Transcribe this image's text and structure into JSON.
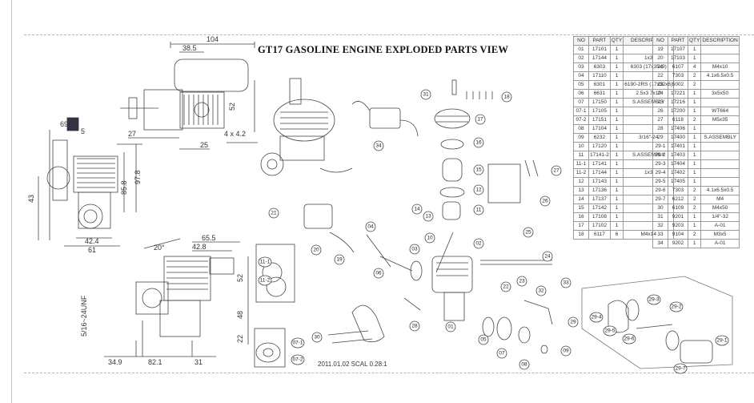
{
  "title": "GT17 GASOLINE ENGINE EXPLODED PARTS VIEW",
  "scale_note": "2011.01.02   SCAL 0.28:1",
  "dimensions": {
    "top_width": "104",
    "top_inner": "38.5",
    "top_height": "52",
    "top_left": "27",
    "top_mid": "25",
    "top_screw": "4 x 4.2",
    "left_69": "69",
    "left_5": "5",
    "left_43": "43",
    "left_858": "85.8",
    "left_978": "97.8",
    "left_424": "42.4",
    "left_61": "61",
    "bot_angle": "20°",
    "bot_655": "65.5",
    "bot_428": "42.8",
    "bot_52": "52",
    "bot_48": "48",
    "bot_22": "22",
    "bot_thread": "5/16~24UNF",
    "bot_349": "34.9",
    "bot_821": "82.1",
    "bot_31": "31"
  },
  "callouts": [
    "31",
    "18",
    "17",
    "16",
    "15",
    "34",
    "27",
    "12",
    "14",
    "13",
    "11",
    "26",
    "21",
    "04",
    "10",
    "02",
    "25",
    "20",
    "19",
    "03",
    "24",
    "06",
    "05",
    "22",
    "23",
    "33",
    "32",
    "01",
    "28",
    "30",
    "09",
    "07",
    "08",
    "29",
    "07-1",
    "07-2",
    "11-1",
    "11-2",
    "29-1",
    "29-2",
    "29-3",
    "29-4",
    "29-5",
    "29-6",
    "29-7"
  ],
  "table_headers": [
    "NO",
    "PART",
    "QTY",
    "DESCRIPTION"
  ],
  "table_left": [
    [
      "01",
      "17101",
      "1",
      ""
    ],
    [
      "02",
      "17144",
      "1",
      "1x3"
    ],
    [
      "03",
      "6303",
      "1",
      "6303 (17x35x9)"
    ],
    [
      "04",
      "17110",
      "1",
      ""
    ],
    [
      "05",
      "6301",
      "1",
      "6190-2RS (17x32x6)"
    ],
    [
      "06",
      "6631",
      "1",
      "2.5x3 7x10"
    ],
    [
      "07",
      "17150",
      "1",
      "S.ASSEMBLY"
    ],
    [
      "07-1",
      "17105",
      "1",
      ""
    ],
    [
      "07-2",
      "17151",
      "1",
      ""
    ],
    [
      "08",
      "17104",
      "1",
      ""
    ],
    [
      "09",
      "6232",
      "1",
      "3/16\"-24"
    ],
    [
      "10",
      "17120",
      "1",
      ""
    ],
    [
      "11",
      "17141-2",
      "1",
      "S.ASSEMBLY"
    ],
    [
      "11-1",
      "17141",
      "1",
      ""
    ],
    [
      "11-2",
      "17144",
      "1",
      "1x3"
    ],
    [
      "12",
      "17143",
      "1",
      ""
    ],
    [
      "13",
      "17136",
      "1",
      ""
    ],
    [
      "14",
      "17137",
      "1",
      ""
    ],
    [
      "15",
      "17142",
      "1",
      ""
    ],
    [
      "16",
      "17108",
      "1",
      ""
    ],
    [
      "17",
      "17102",
      "1",
      ""
    ],
    [
      "18",
      "6117",
      "6",
      "M4x14"
    ]
  ],
  "table_right": [
    [
      "19",
      "17107",
      "1",
      ""
    ],
    [
      "20",
      "17103",
      "1",
      ""
    ],
    [
      "21",
      "6107",
      "4",
      "M4x10"
    ],
    [
      "22",
      "7303",
      "2",
      "4.1x6.5x0.5"
    ],
    [
      "23",
      "5002",
      "2",
      ""
    ],
    [
      "24",
      "17221",
      "1",
      "3x5x50"
    ],
    [
      "25",
      "17216",
      "1",
      ""
    ],
    [
      "26",
      "17200",
      "1",
      "WT664"
    ],
    [
      "27",
      "6118",
      "2",
      "M5x35"
    ],
    [
      "28",
      "17406",
      "1",
      ""
    ],
    [
      "29",
      "17400",
      "1",
      "S.ASSEMBLY"
    ],
    [
      "29-1",
      "17401",
      "1",
      ""
    ],
    [
      "29-2",
      "17403",
      "1",
      ""
    ],
    [
      "29-3",
      "17404",
      "1",
      ""
    ],
    [
      "29-4",
      "17402",
      "1",
      ""
    ],
    [
      "29-5",
      "17405",
      "1",
      ""
    ],
    [
      "29-6",
      "7303",
      "2",
      "4.1x6.5x0.5"
    ],
    [
      "29-7",
      "6212",
      "2",
      "M4"
    ],
    [
      "30",
      "6109",
      "2",
      "M4x50"
    ],
    [
      "31",
      "9201",
      "1",
      "1/4\"-32"
    ],
    [
      "32",
      "9203",
      "1",
      "A-01"
    ],
    [
      "33",
      "9104",
      "2",
      "M3x5"
    ],
    [
      "34",
      "9202",
      "1",
      "A-01"
    ]
  ]
}
